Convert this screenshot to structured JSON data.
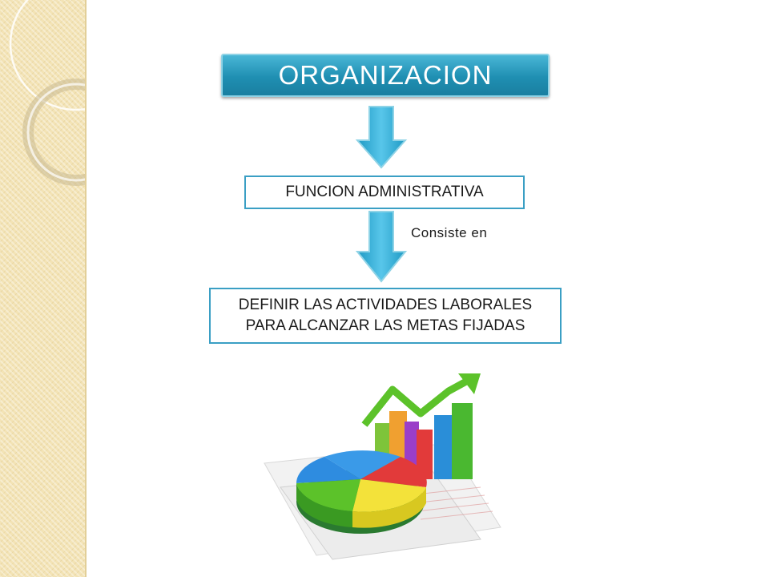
{
  "diagram": {
    "title": "ORGANIZACION",
    "node_function": "FUNCION ADMINISTRATIVA",
    "connector_label": "Consiste en",
    "node_definition_line1": "DEFINIR LAS ACTIVIDADES LABORALES",
    "node_definition_line2": "PARA ALCANZAR LAS METAS FIJADAS"
  },
  "icons": {
    "arrow_icon": "arrow-down-icon",
    "illustration": "business-chart-illustration-icon"
  },
  "colors": {
    "title_fill": "#1f8fb2",
    "box_border": "#3a9fc4",
    "arrow_fill": "#3db6df",
    "band": "#f3e3b5"
  }
}
